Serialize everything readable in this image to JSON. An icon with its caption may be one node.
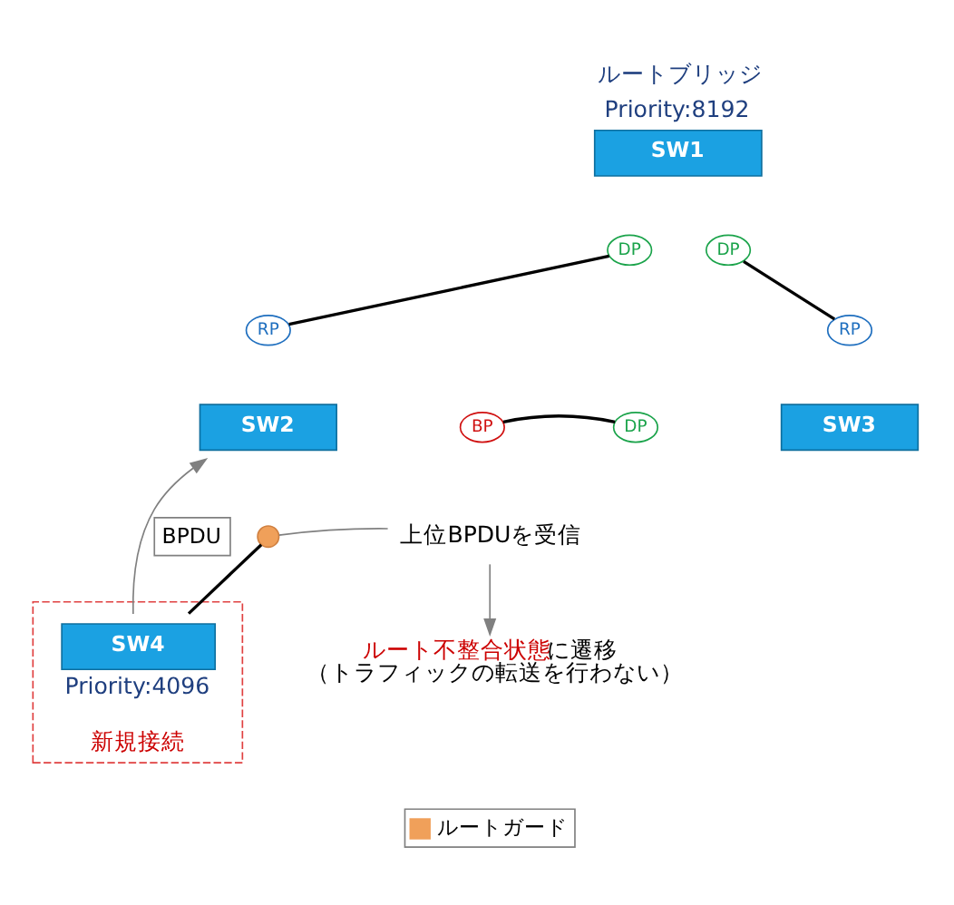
{
  "diagram": {
    "nodes": [
      {
        "text": [
          "SW1"
        ],
        "beside": [
          "ルートブリッジ",
          "Priority:8192"
        ]
      },
      {
        "text": [
          "SW2"
        ]
      },
      {
        "text": [
          "SW3"
        ]
      },
      {
        "text": [
          "新規接続"
        ]
      },
      {
        "text": [
          "SW4"
        ],
        "beside": [
          "Priority:4096"
        ],
        "in": 3
      },
      {
        "text": [
          "DP"
        ]
      },
      {
        "text": [
          "DP"
        ]
      },
      {
        "text": [
          "RP"
        ]
      },
      {
        "text": [
          "RP"
        ]
      },
      {
        "text": [
          "BP"
        ]
      },
      {
        "text": [
          "DP"
        ]
      },
      {
        "text": [],
        "shape": "circle"
      },
      {
        "text": [
          "上位BPDUを受信"
        ]
      },
      {
        "text": [
          "**ルート不整合状態**に遷移",
          "（トラフィックの転送を行わない）"
        ]
      }
    ],
    "edges": [
      {
        "from": 5,
        "to": 7,
        "arrow": "none"
      },
      {
        "from": 6,
        "to": 8,
        "arrow": "none"
      },
      {
        "from": 9,
        "to": 10,
        "arrow": "none"
      },
      {
        "from": 4,
        "to": 11,
        "arrow": "none"
      },
      {
        "from": 4,
        "to": 1,
        "arrow": "to",
        "label": "BPDU",
        "color": "#808080"
      },
      {
        "from": 11,
        "to": 12,
        "arrow": "none",
        "color": "#808080"
      },
      {
        "from": 12,
        "to": 13,
        "arrow": "to",
        "color": "#808080"
      }
    ],
    "legend": [
      {
        "text": "ルートガード",
        "color": "#f0a05a"
      }
    ]
  }
}
